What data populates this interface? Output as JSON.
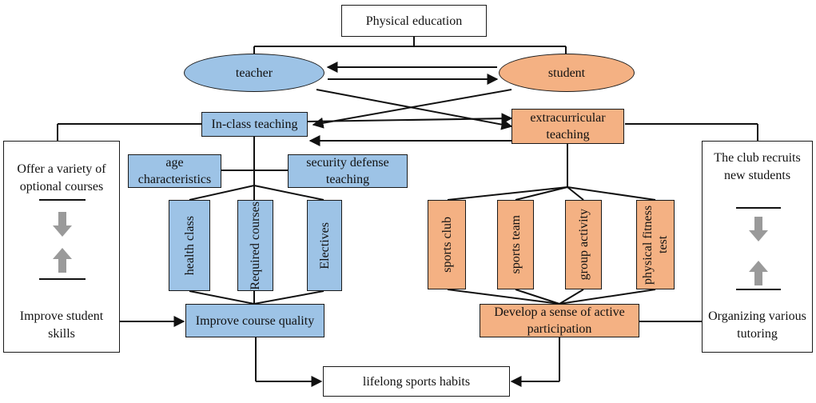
{
  "top": {
    "title": "Physical education"
  },
  "actors": {
    "teacher": "teacher",
    "student": "student"
  },
  "in_class": {
    "title": "In-class teaching",
    "age": "age characteristics",
    "security": "security defense teaching",
    "courses": [
      "health class",
      "Required courses",
      "Electives"
    ],
    "outcome": "Improve course quality"
  },
  "extracurricular": {
    "title": "extracurricular teaching",
    "activities": [
      "sports club",
      "sports team",
      "group activity",
      "physical fitness test"
    ],
    "outcome": "Develop a sense of active participation"
  },
  "left_panel": {
    "top_text": "Offer a variety of optional courses",
    "bottom_text": "Improve student skills"
  },
  "right_panel": {
    "top_text": "The club recruits new students",
    "bottom_text": "Organizing various tutoring"
  },
  "bottom": {
    "title": "lifelong sports habits"
  },
  "colors": {
    "blue": "#9dc3e6",
    "orange": "#f4b183",
    "line": "#111111",
    "arrow_gray": "#9a9a9a"
  }
}
